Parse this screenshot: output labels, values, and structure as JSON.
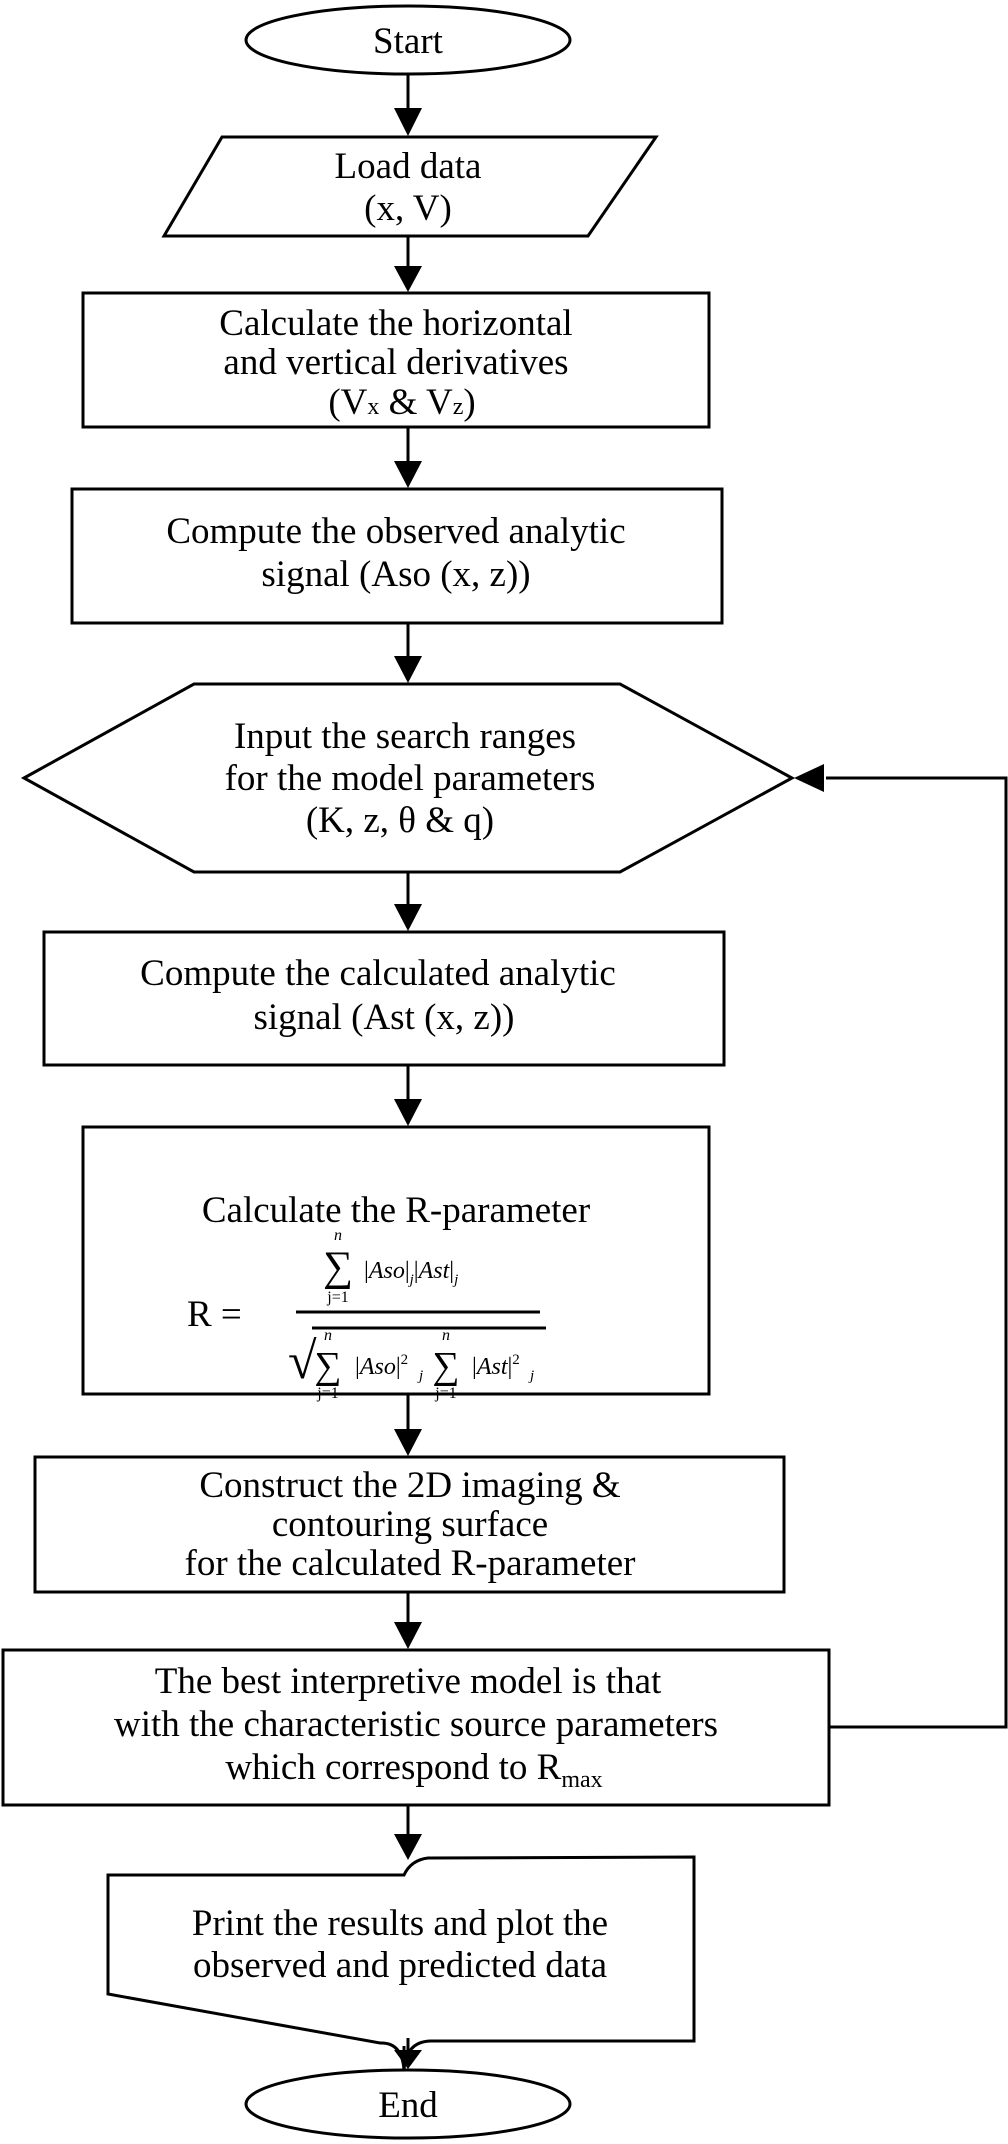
{
  "diagram": {
    "nodes": {
      "start": {
        "lines": [
          "Start"
        ]
      },
      "load": {
        "lines": [
          "Load  data",
          "(x, V)"
        ]
      },
      "derivatives": {
        "line1": "Calculate the horizontal",
        "line2": "and vertical derivatives",
        "line3": {
          "open": "(V",
          "sub1": "x",
          "mid": " & V",
          "sub2": "z",
          "close": ")"
        }
      },
      "observed": {
        "lines": [
          "Compute the observed analytic",
          "signal (Aso (x, z))"
        ]
      },
      "search": {
        "lines": [
          "Input the search ranges",
          "for the model parameters",
          "(K, z, θ & q)"
        ]
      },
      "calculated": {
        "lines": [
          "Compute the calculated analytic",
          "signal (Ast (x, z))"
        ]
      },
      "rparam": {
        "title": "Calculate the R-parameter",
        "formula": {
          "lhs": "R =",
          "sum": "∑",
          "upper": "n",
          "lower": "j=1",
          "bar": "|",
          "aso": "Aso",
          "ast": "Ast",
          "j": "j",
          "sq": "2",
          "sqrt": "√"
        }
      },
      "construct": {
        "lines": [
          "Construct the 2D imaging &",
          "contouring surface",
          "for the calculated R-parameter"
        ]
      },
      "best": {
        "line1": "The best interpretive model is that",
        "line2": "with the characteristic source parameters",
        "line3": {
          "text": "which correspond to R",
          "sub": "max"
        }
      },
      "print": {
        "lines": [
          "Print the results and plot the",
          "observed and predicted data"
        ]
      },
      "end": {
        "lines": [
          "End"
        ]
      }
    }
  }
}
